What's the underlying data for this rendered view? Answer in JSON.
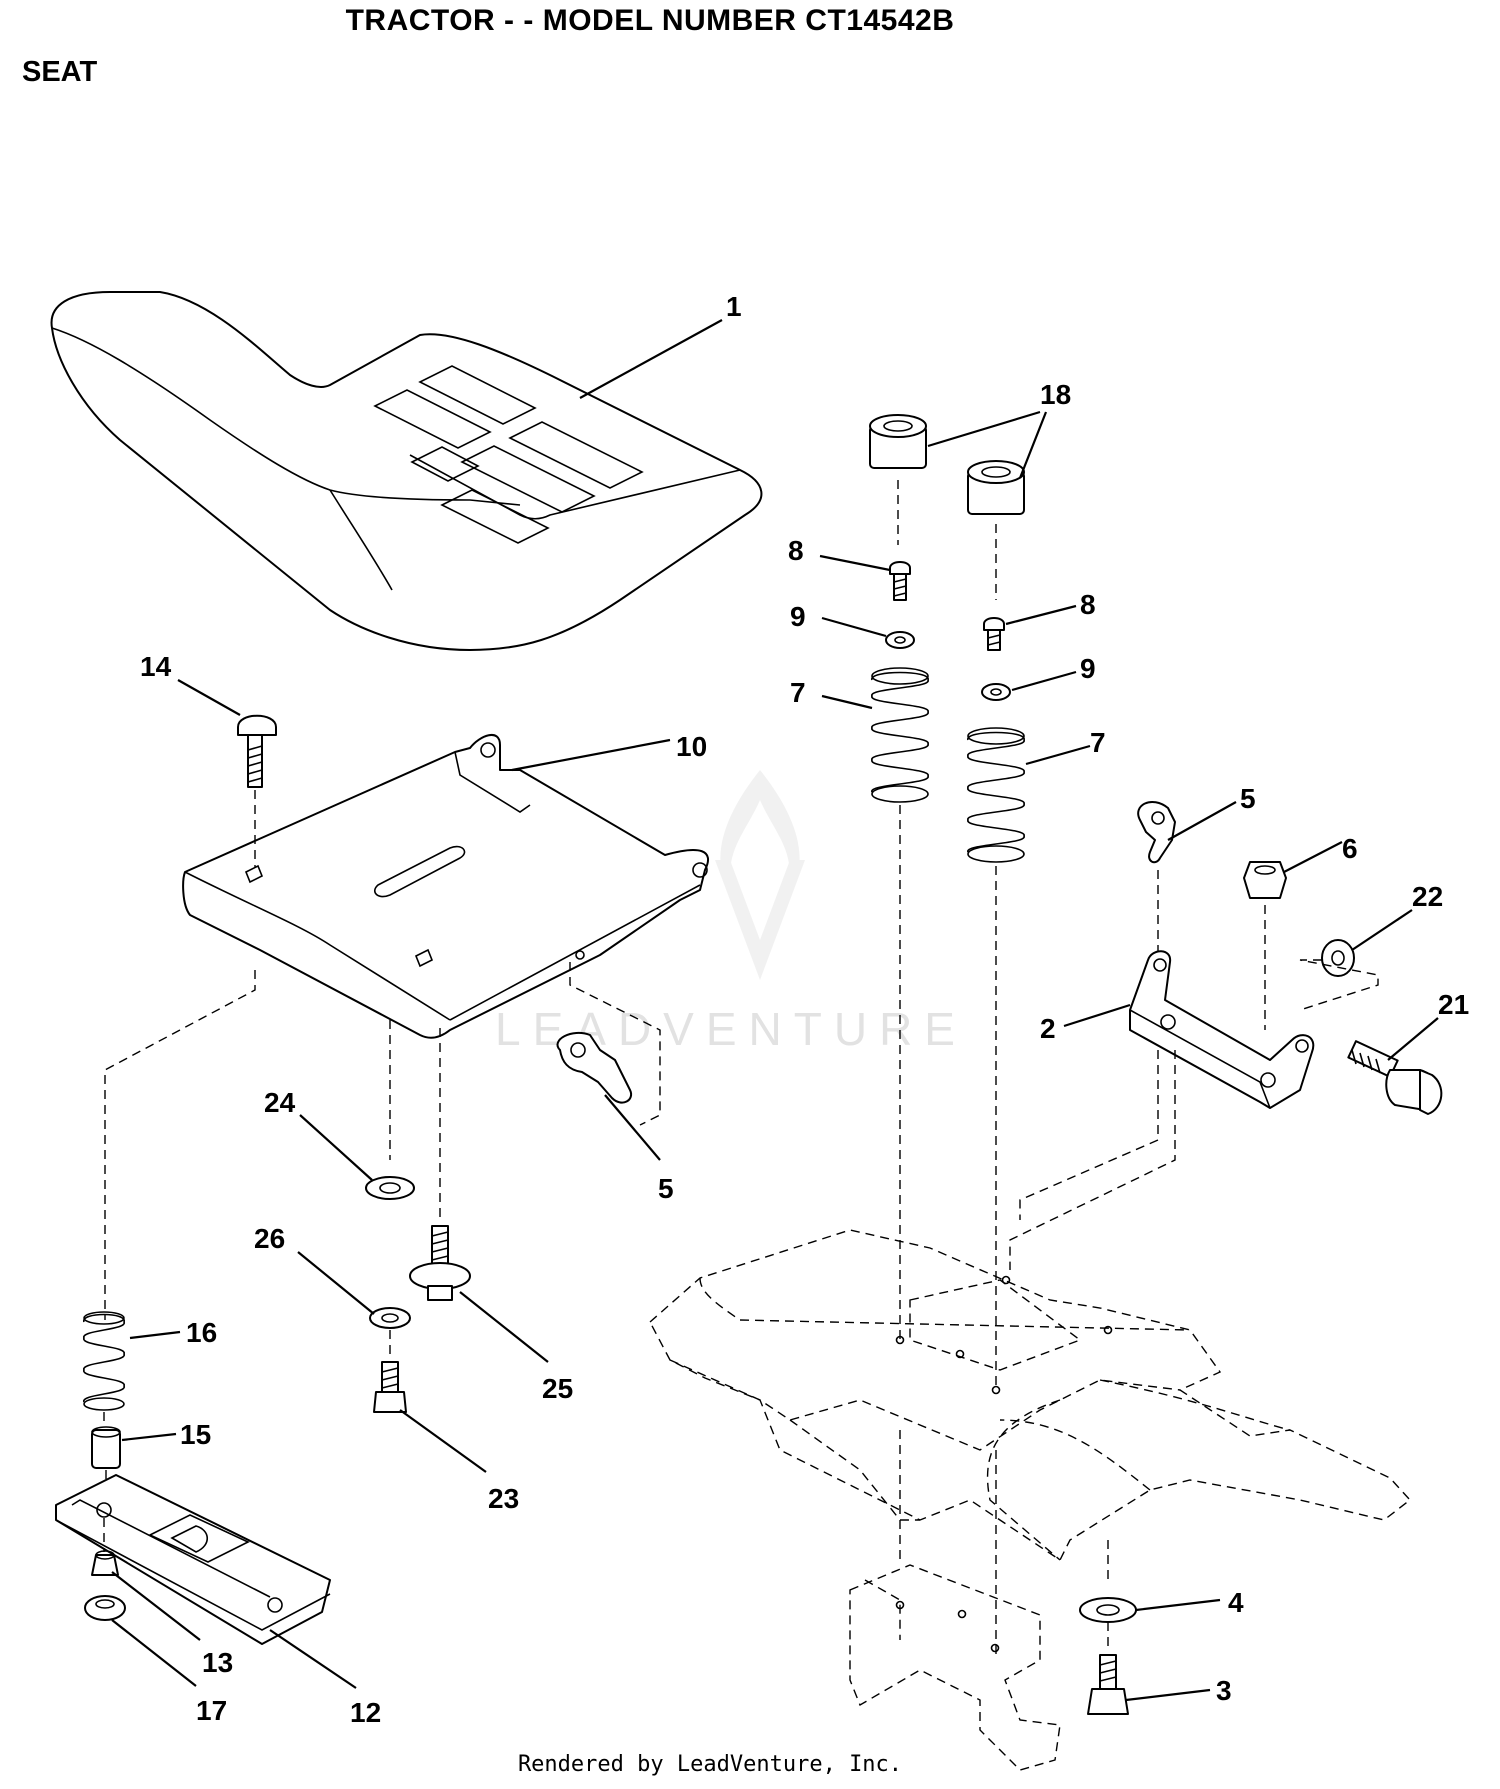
{
  "header": {
    "title": "TRACTOR - - MODEL NUMBER CT14542B",
    "section": "SEAT"
  },
  "watermark": "LEADVENTURE",
  "footer": "Rendered by LeadVenture, Inc.",
  "callouts": {
    "c1": "1",
    "c18": "18",
    "c8a": "8",
    "c8b": "8",
    "c9a": "9",
    "c9b": "9",
    "c7a": "7",
    "c7b": "7",
    "c14": "14",
    "c10": "10",
    "c5a": "5",
    "c6": "6",
    "c22": "22",
    "c2": "2",
    "c21": "21",
    "c24": "24",
    "c5b": "5",
    "c26": "26",
    "c25": "25",
    "c16": "16",
    "c15": "15",
    "c23": "23",
    "c4": "4",
    "c3": "3",
    "c13": "13",
    "c17": "17",
    "c12": "12"
  }
}
